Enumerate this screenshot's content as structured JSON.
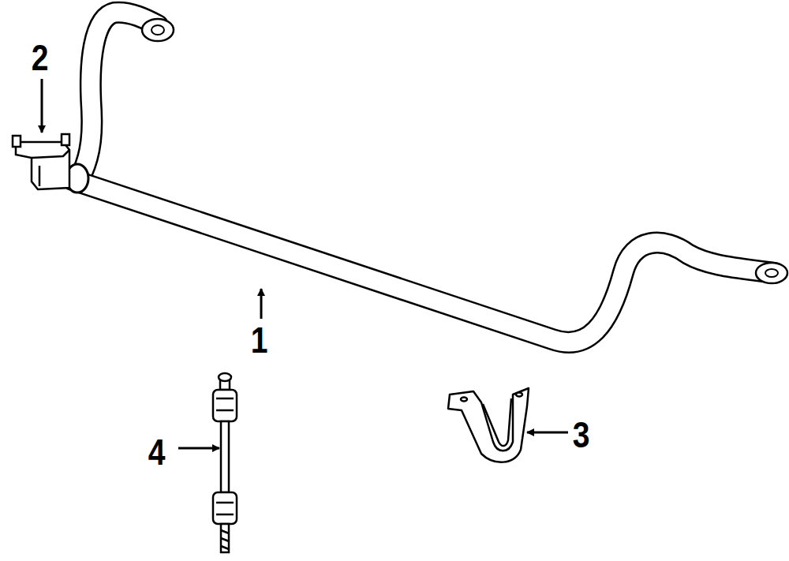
{
  "diagram": {
    "labels": [
      "2",
      "1",
      "4",
      "3"
    ]
  }
}
